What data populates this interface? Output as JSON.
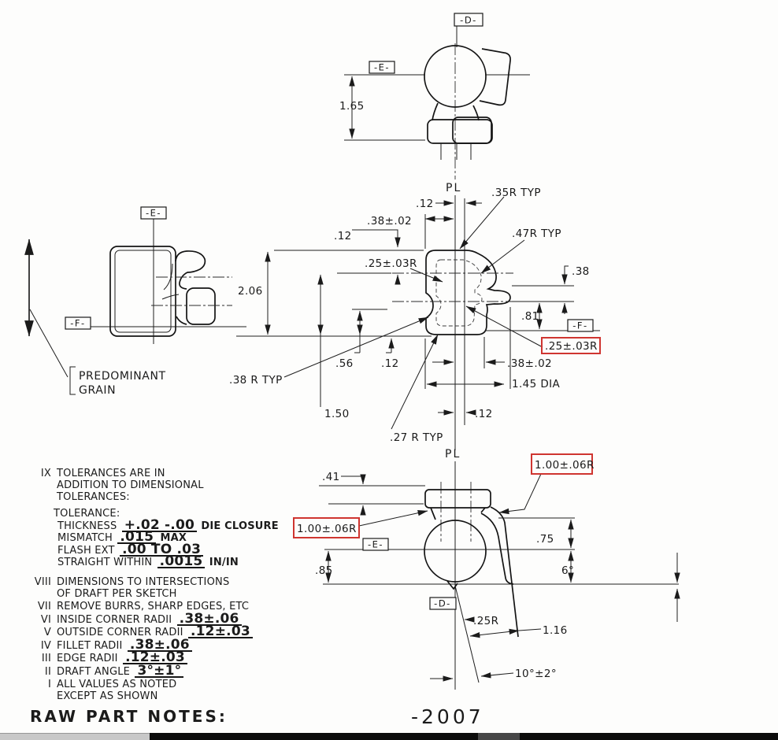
{
  "colors": {
    "line": "#1b1b1b",
    "highlight_red": "#cf3530",
    "bar_black": "#0c0c0c",
    "bar_gray": "#c8c8c8",
    "bar_midgray": "#474747"
  },
  "title_block": {
    "part_number": "-2007",
    "raw_part_notes": "RAW PART NOTES:"
  },
  "datums": {
    "d": "-D-",
    "e": "-E-",
    "f": "-F-"
  },
  "common": {
    "pl": "PL"
  },
  "top_view": {
    "dim_height": "1.65"
  },
  "front_view": {
    "dim_offset_top": ".12",
    "dim_38_02_top": ".38±.02",
    "radius_35": ".35R TYP",
    "radius_47": ".47R TYP",
    "dim_12_left": ".12",
    "radius_25_left": ".25±.03R",
    "dim_206": "2.06",
    "dim_56": ".56",
    "dim_12_mid": ".12",
    "radius_38": ".38 R TYP",
    "dim_150": "1.50",
    "dim_38_right": ".38",
    "dim_81": ".81",
    "radius_25_boxed": ".25±.03R",
    "dim_38_02_bottom": ".38±.02",
    "dim_145_dia": "1.45 DIA",
    "dim_12_bottom": ".12",
    "radius_27": ".27 R TYP",
    "grain_line1": "PREDOMINANT",
    "grain_line2": "GRAIN"
  },
  "bottom_view": {
    "dim_41": ".41",
    "radius_100_left": "1.00±.06R",
    "radius_100_right": "1.00±.06R",
    "dim_75": ".75",
    "dim_85": ".85",
    "angle_6": "6°",
    "radius_25": ".25R",
    "dim_116": "1.16",
    "angle_10": "10°±2°"
  },
  "notes": {
    "ix": {
      "num": "IX",
      "line1": "TOLERANCES ARE IN",
      "line2": "ADDITION TO DIMENSIONAL",
      "line3": "TOLERANCES:"
    },
    "tolerance": {
      "header": "TOLERANCE:",
      "thickness_label": "THICKNESS",
      "thickness_value": "+.02 -.00",
      "thickness_suffix": "DIE CLOSURE",
      "mismatch_label": "MISMATCH",
      "mismatch_value": ".015",
      "mismatch_suffix": "MAX",
      "flash_label": "FLASH EXT",
      "flash_value": ".00 TO .03",
      "straight_label": "STRAIGHT WITHIN",
      "straight_value": ".0015",
      "straight_suffix": "IN/IN"
    },
    "viii": {
      "num": "VIII",
      "line1": "DIMENSIONS TO INTERSECTIONS",
      "line2": "OF DRAFT PER SKETCH"
    },
    "vii": {
      "num": "VII",
      "text": "REMOVE BURRS, SHARP EDGES, ETC"
    },
    "vi": {
      "num": "VI",
      "label": "INSIDE CORNER RADII",
      "value": ".38±.06"
    },
    "v": {
      "num": "V",
      "label": "OUTSIDE CORNER RADII",
      "value": ".12±.03"
    },
    "iv": {
      "num": "IV",
      "label": "FILLET RADII",
      "value": ".38±.06"
    },
    "iii": {
      "num": "III",
      "label": "EDGE RADII",
      "value": ".12±.03"
    },
    "ii": {
      "num": "II",
      "label": "DRAFT ANGLE",
      "value": "3°±1°"
    },
    "i": {
      "num": "I",
      "line1": "ALL VALUES AS NOTED",
      "line2": "EXCEPT AS SHOWN"
    }
  }
}
